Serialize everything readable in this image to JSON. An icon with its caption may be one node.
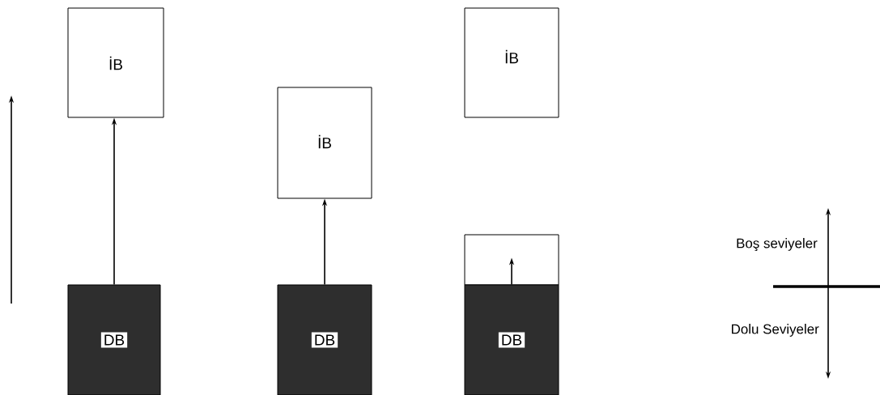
{
  "diagram": {
    "nodes": [
      {
        "text": [
          "İB"
        ]
      },
      {
        "text": [
          "DB"
        ]
      },
      {
        "text": [
          "İB"
        ]
      },
      {
        "text": [
          "DB"
        ]
      },
      {
        "text": [
          "İB"
        ]
      },
      {
        "text": [],
        "shape": "box"
      },
      {
        "text": [
          "DB"
        ]
      }
    ],
    "edges": [
      {
        "from": 1,
        "to": 0,
        "arrow": "to"
      },
      {
        "from": 3,
        "to": 2,
        "arrow": "to"
      },
      {
        "from": 6,
        "to": 5,
        "arrow": "to"
      }
    ],
    "labels": [
      "Boş seviyeler",
      "Dolu Seviyeler"
    ]
  }
}
